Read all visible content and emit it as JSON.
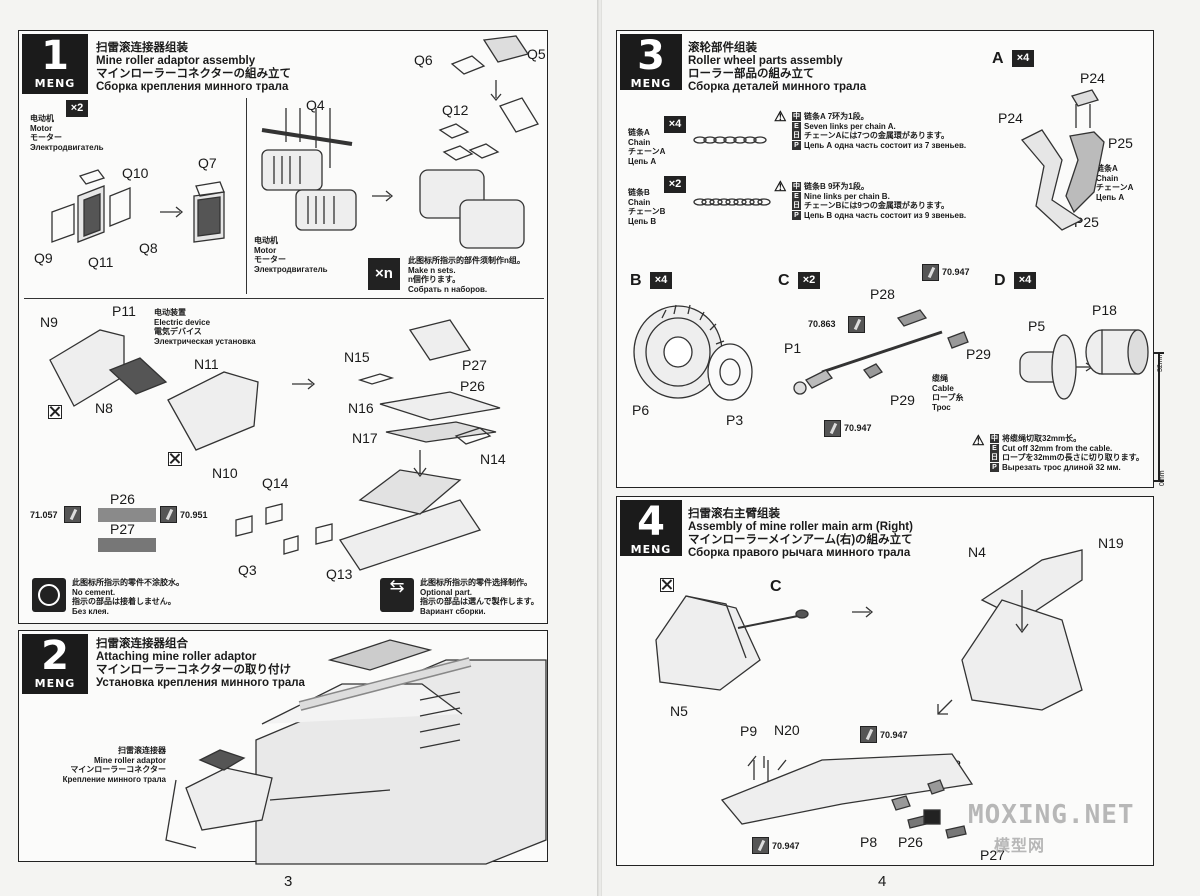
{
  "left_page": {
    "page_number": "3",
    "step1": {
      "number": "1",
      "brand": "MENG",
      "title_zh": "扫雷滚连接器组装",
      "title_en": "Mine roller adaptor assembly",
      "title_ja": "マインローラーコネクターの組み立て",
      "title_ru": "Сборка крепления минного трала",
      "motor_zh": "电动机",
      "motor_en": "Motor",
      "motor_ja": "モーター",
      "motor_ru": "Электродвигатель",
      "motor_multiplier": "×2",
      "motor2_zh": "电动机",
      "motor2_en": "Motor",
      "motor2_ja": "モーター",
      "motor2_ru": "Электродвигатель",
      "parts": [
        "Q10",
        "Q7",
        "Q9",
        "Q11",
        "Q8",
        "Q4",
        "Q6",
        "Q5",
        "Q12"
      ],
      "xn_icon": "×n",
      "xn_zh": "此图标所指示的部件须制作n组。",
      "xn_en": "Make n sets.",
      "xn_ja": "n個作ります。",
      "xn_ru": "Собрать n наборов.",
      "electric_zh": "电动装置",
      "electric_en": "Electric device",
      "electric_ja": "電気デバイス",
      "electric_ru": "Электрическая установка",
      "parts_lower": [
        "N9",
        "P11",
        "N8",
        "N11",
        "P11",
        "N10",
        "N15",
        "P27",
        "P26",
        "N16",
        "N17",
        "N14",
        "Q14",
        "Q3",
        "Q13"
      ],
      "paint_left": "71.057",
      "paint_right": "70.951",
      "p26": "P26",
      "p27": "P27",
      "nocement_zh": "此图标所指示的零件不涂胶水。",
      "nocement_en": "No cement.",
      "nocement_ja": "指示の部品は接着しません。",
      "nocement_ru": "Без клея.",
      "optional_zh": "此图标所指示的零件选择制作。",
      "optional_en": "Optional part.",
      "optional_ja": "指示の部品は選んで製作します。",
      "optional_ru": "Вариант сборки."
    },
    "step2": {
      "number": "2",
      "brand": "MENG",
      "title_zh": "扫雷滚连接器组合",
      "title_en": "Attaching mine roller adaptor",
      "title_ja": "マインローラーコネクターの取り付け",
      "title_ru": "Установка крепления минного трала",
      "adaptor_zh": "扫雷滚连接器",
      "adaptor_en": "Mine roller adaptor",
      "adaptor_ja": "マインローラーコネクター",
      "adaptor_ru": "Крепление минного трала"
    }
  },
  "right_page": {
    "page_number": "4",
    "step3": {
      "number": "3",
      "brand": "MENG",
      "title_zh": "滚轮部件组装",
      "title_en": "Roller wheel parts assembly",
      "title_ja": "ローラー部品の組み立て",
      "title_ru": "Сборка деталей минного трала",
      "chainA_zh": "链条A",
      "chainA_en": "Chain",
      "chainA_ja": "チェーンA",
      "chainA_ru": "Цепь A",
      "chainA_mult": "×4",
      "chainA_note_zh": "链条A 7环为1段。",
      "chainA_note_en": "Seven links per chain A.",
      "chainA_note_ja": "チェーンAには7つの金属環があります。",
      "chainA_note_ru": "Цепь А одна часть состоит из 7 звеньев.",
      "chainB_zh": "链条B",
      "chainB_en": "Chain",
      "chainB_ja": "チェーンB",
      "chainB_ru": "Цепь B",
      "chainB_mult": "×2",
      "chainB_note_zh": "链条B 9环为1段。",
      "chainB_note_en": "Nine links per chain B.",
      "chainB_note_ja": "チェーンBには9つの金属環があります。",
      "chainB_note_ru": "Цепь B одна часть состоит из 9 звеньев.",
      "A_label": "A",
      "A_mult": "×4",
      "A_parts": [
        "P24",
        "P24",
        "P25",
        "P25"
      ],
      "A_chain_zh": "链条A",
      "A_chain_en": "Chain",
      "A_chain_ja": "チェーンA",
      "A_chain_ru": "Цепь A",
      "B_label": "B",
      "B_mult": "×4",
      "B_parts": [
        "P6",
        "P3"
      ],
      "C_label": "C",
      "C_mult": "×2",
      "C_parts": [
        "P28",
        "P1",
        "P29",
        "P29"
      ],
      "C_paint1": "70.947",
      "C_paint2": "70.863",
      "C_paint3": "70.947",
      "cable_zh": "缆绳",
      "cable_en": "Cable",
      "cable_ja": "ロープ糸",
      "cable_ru": "Трос",
      "D_label": "D",
      "D_mult": "×4",
      "D_parts": [
        "P5",
        "P18"
      ],
      "cut_zh": "将缆绳切取32mm长。",
      "cut_en": "Cut off 32mm from the cable.",
      "cut_ja": "ロープを32mmの長さに切り取ります。",
      "cut_ru": "Вырезать трос длиной 32 мм.",
      "ruler_top": "32mm",
      "ruler_bottom": "0mm"
    },
    "step4": {
      "number": "4",
      "brand": "MENG",
      "title_zh": "扫雷滚右主臂组装",
      "title_en": "Assembly of mine roller main arm (Right)",
      "title_ja": "マインローラーメインアーム(右)の組み立て",
      "title_ru": "Сборка правого рычага минного трала",
      "parts": [
        "N4",
        "N19",
        "C",
        "N5",
        "P9",
        "N20",
        "P8",
        "P8",
        "P26",
        "P27"
      ],
      "paint1": "70.947",
      "paint2": "70.947"
    },
    "watermark": "MOXING.NET",
    "watermark_sub": "模型网"
  },
  "language_marks": [
    "中",
    "E",
    "日",
    "Р"
  ],
  "icons": [
    "no-cement-icon",
    "paint-brush-icon",
    "optional-part-icon",
    "warning-icon",
    "arrow-right-icon"
  ]
}
